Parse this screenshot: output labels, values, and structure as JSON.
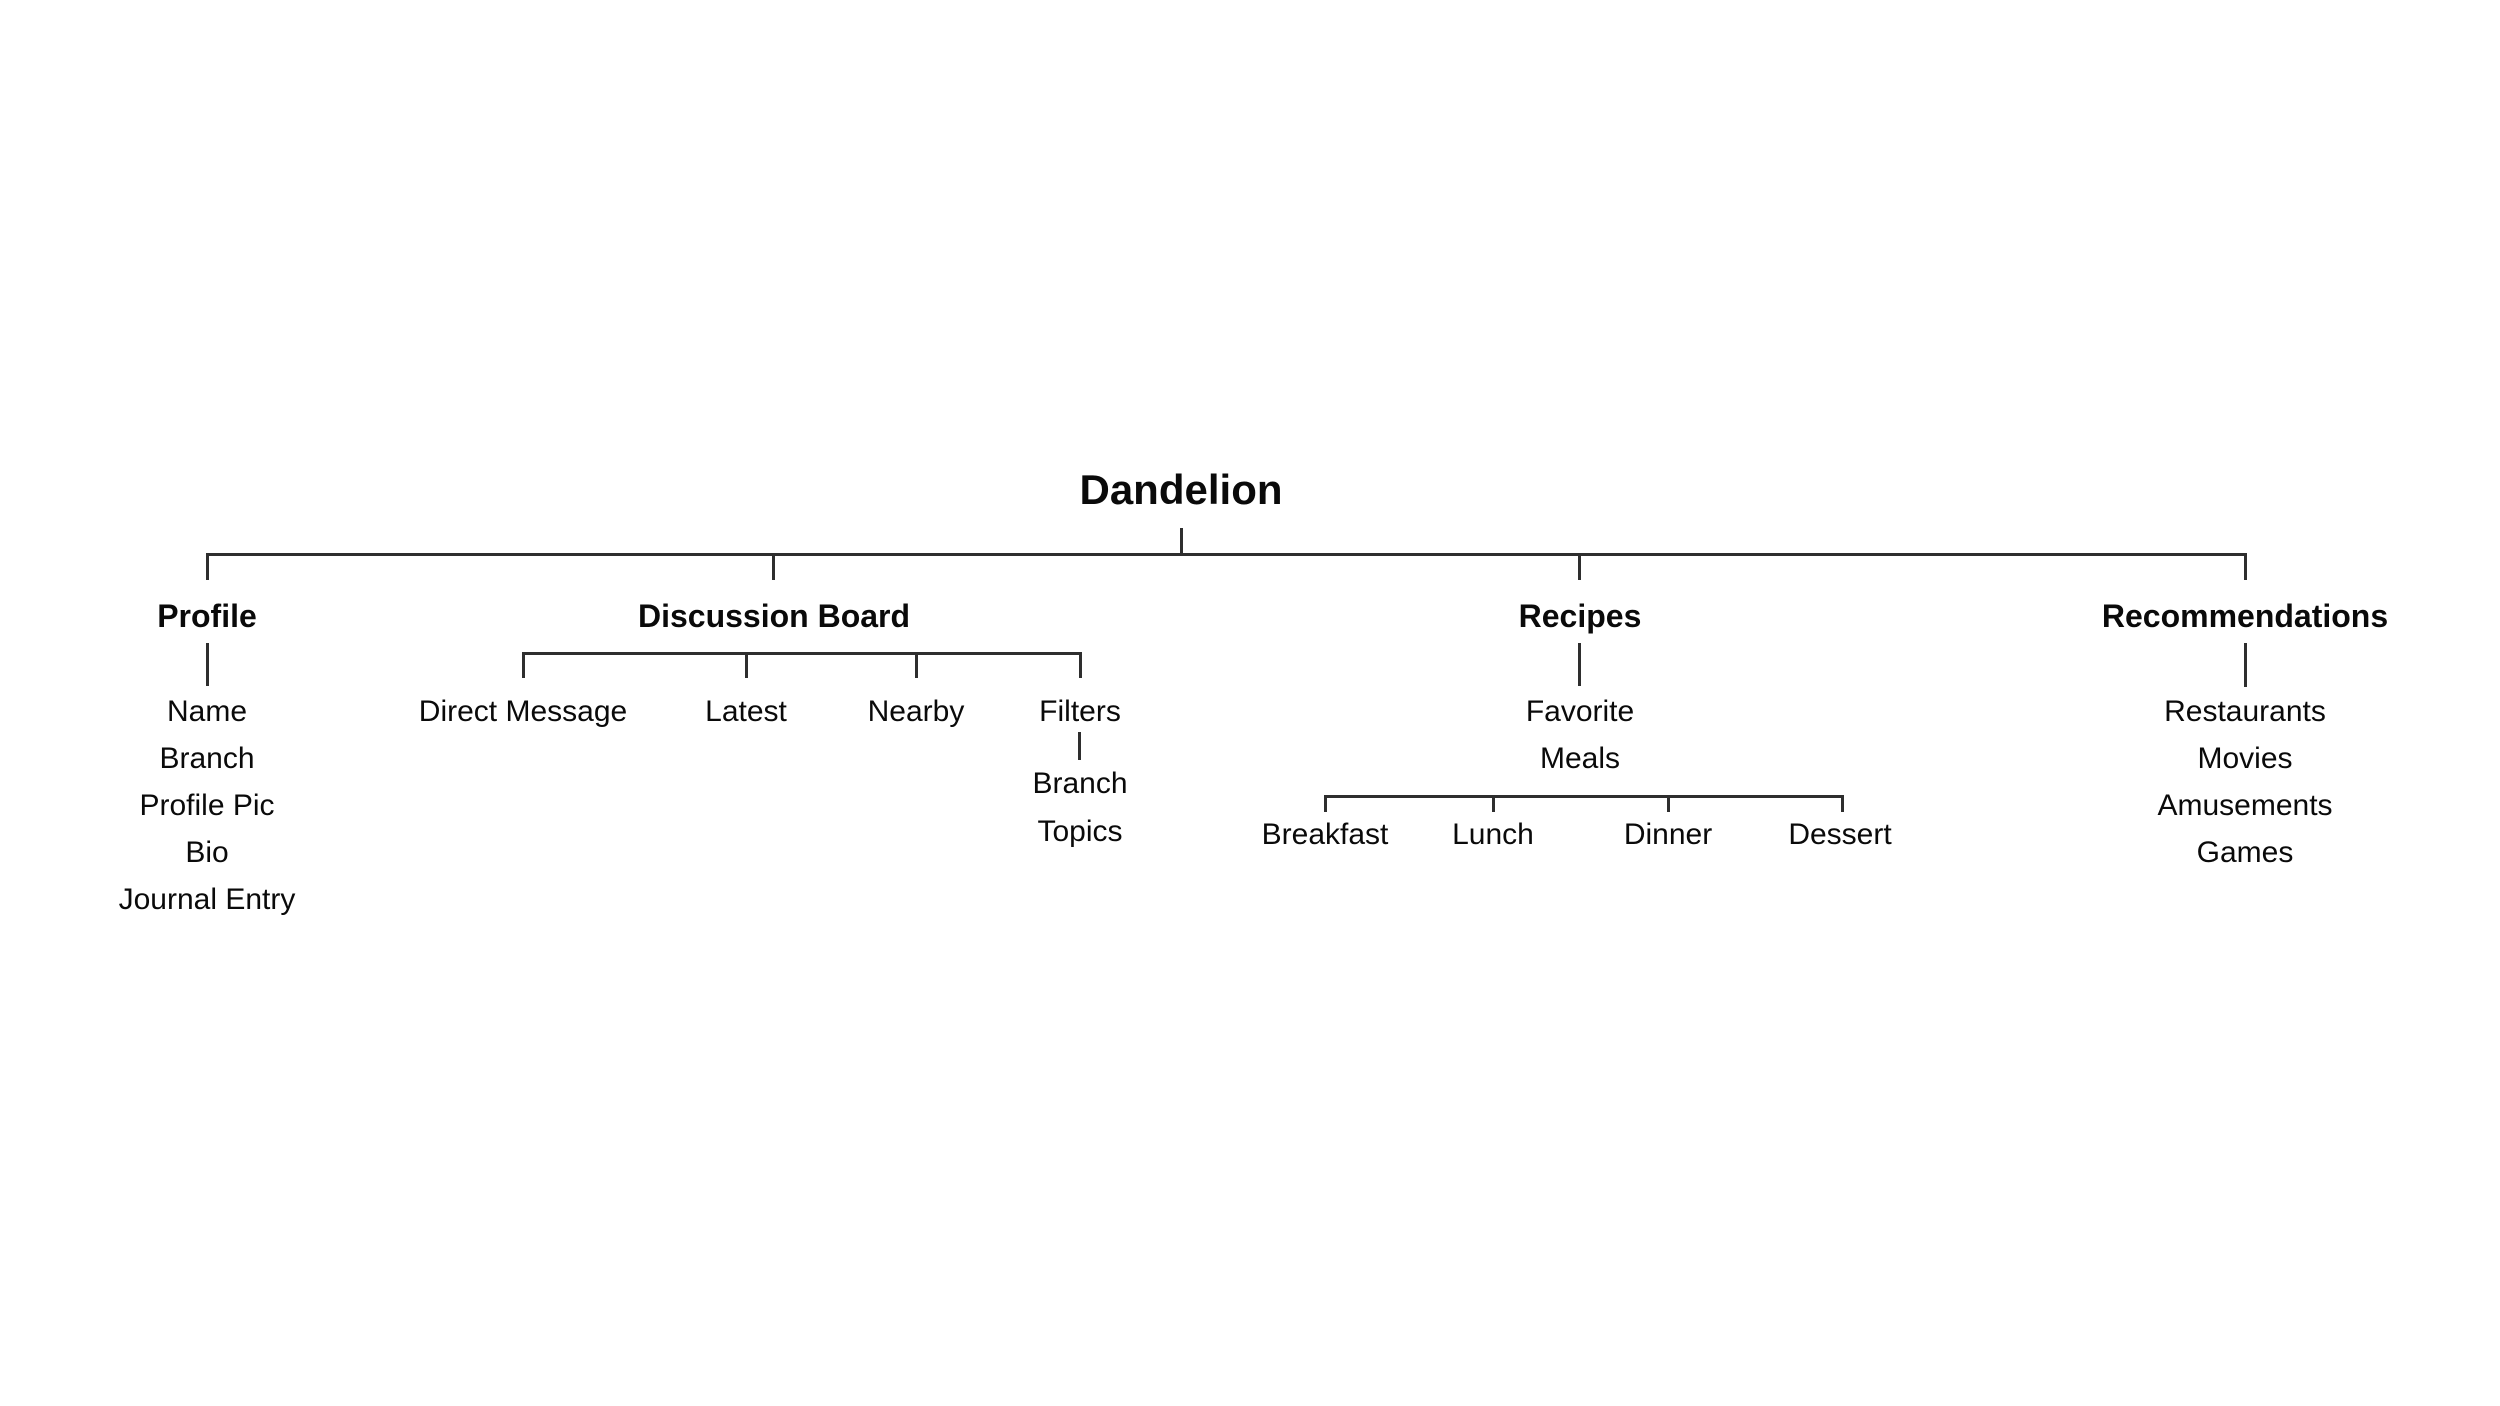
{
  "diagram": {
    "root": {
      "label": "Dandelion"
    },
    "branches": [
      {
        "label": "Profile",
        "items": [
          "Name",
          "Branch",
          "Profile Pic",
          "Bio",
          "Journal Entry"
        ]
      },
      {
        "label": "Discussion Board",
        "children": [
          {
            "label": "Direct Message"
          },
          {
            "label": "Latest"
          },
          {
            "label": "Nearby"
          },
          {
            "label": "Filters",
            "items": [
              "Branch",
              "Topics"
            ]
          }
        ]
      },
      {
        "label": "Recipes",
        "subnode": {
          "line1": "Favorite",
          "line2": "Meals",
          "items": [
            "Breakfast",
            "Lunch",
            "Dinner",
            "Dessert"
          ]
        }
      },
      {
        "label": "Recommendations",
        "items": [
          "Restaurants",
          "Movies",
          "Amusements",
          "Games"
        ]
      }
    ],
    "colors": {
      "line": "#2e2e2e",
      "text": "#0a0a0a",
      "background": "#ffffff"
    }
  }
}
